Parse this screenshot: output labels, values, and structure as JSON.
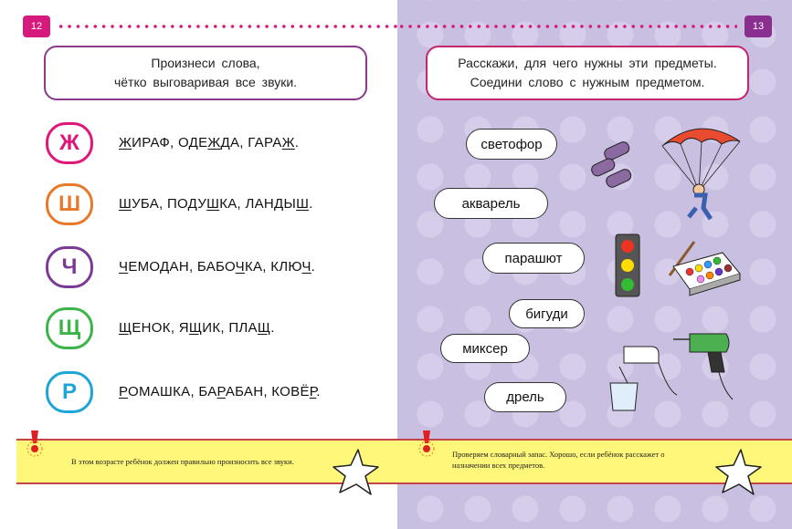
{
  "left": {
    "page_number": "12",
    "instruction": [
      "Произнеси слова,",
      "чётко выговаривая все звуки."
    ],
    "rows": [
      {
        "letter": "Ж",
        "color": "#e0177a",
        "parts": [
          [
            "Ж",
            1
          ],
          [
            "ИРАФ, ОДЕ",
            0
          ],
          [
            "Ж",
            1
          ],
          [
            "ДА, ГАРА",
            0
          ],
          [
            "Ж",
            1
          ],
          [
            ".",
            0
          ]
        ]
      },
      {
        "letter": "Ш",
        "color": "#e8782a",
        "parts": [
          [
            "Ш",
            1
          ],
          [
            "УБА, ПОДУ",
            0
          ],
          [
            "Ш",
            1
          ],
          [
            "КА, ЛАНДЫ",
            0
          ],
          [
            "Ш",
            1
          ],
          [
            ".",
            0
          ]
        ]
      },
      {
        "letter": "Ч",
        "color": "#7b3a96",
        "parts": [
          [
            "Ч",
            1
          ],
          [
            "ЕМОДАН, БАБО",
            0
          ],
          [
            "Ч",
            1
          ],
          [
            "КА, КЛЮ",
            0
          ],
          [
            "Ч",
            1
          ],
          [
            ".",
            0
          ]
        ]
      },
      {
        "letter": "Щ",
        "color": "#3cb44a",
        "parts": [
          [
            "Щ",
            1
          ],
          [
            "ЕНОК, Я",
            0
          ],
          [
            "Щ",
            1
          ],
          [
            "ИК, ПЛА",
            0
          ],
          [
            "Щ",
            1
          ],
          [
            ".",
            0
          ]
        ]
      },
      {
        "letter": "Р",
        "color": "#1ea4d8",
        "parts": [
          [
            "Р",
            1
          ],
          [
            "ОМАШКА, БА",
            0
          ],
          [
            "Р",
            1
          ],
          [
            "АБАН, КОВЁ",
            0
          ],
          [
            "Р",
            1
          ],
          [
            ".",
            0
          ]
        ]
      }
    ],
    "note": "В этом возрасте ребёнок должен правильно произносить все звуки."
  },
  "right": {
    "page_number": "13",
    "instruction": [
      "Расскажи, для чего нужны эти предметы.",
      "Соедини слово с нужным предметом."
    ],
    "words": [
      "светофор",
      "акварель",
      "парашют",
      "бигуди",
      "миксер",
      "дрель"
    ],
    "note": "Проверяем словарный запас. Хорошо, если ребёнок расскажет о назначении всех предметов."
  },
  "colors": {
    "magenta": "#d6197c",
    "purple": "#8a2e8f",
    "yellow": "#fff77a"
  }
}
